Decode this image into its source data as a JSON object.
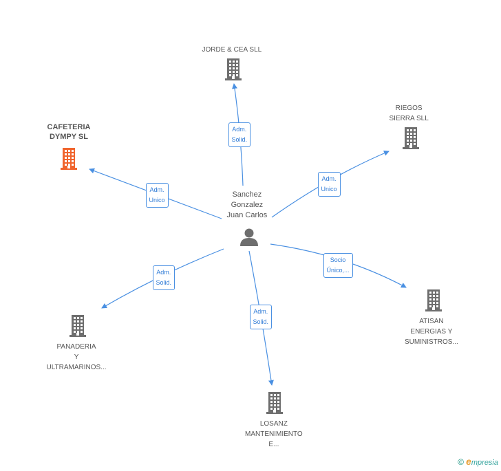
{
  "center": {
    "lines": [
      "Sanchez",
      "Gonzalez",
      "Juan Carlos"
    ],
    "icon": "person-icon"
  },
  "nodes": [
    {
      "id": "jorde",
      "lines": [
        "JORDE & CEA SLL"
      ],
      "icon": "building-icon",
      "color": "#6e6e6e"
    },
    {
      "id": "riegos",
      "lines": [
        "RIEGOS",
        "SIERRA SLL"
      ],
      "icon": "building-icon",
      "color": "#6e6e6e"
    },
    {
      "id": "cafeteria",
      "lines": [
        "CAFETERIA",
        "DYMPY SL"
      ],
      "icon": "building-icon",
      "color": "#f0642d",
      "focus": true
    },
    {
      "id": "atisan",
      "lines": [
        "ATISAN",
        "ENERGIAS Y",
        "SUMINISTROS..."
      ],
      "icon": "building-icon",
      "color": "#6e6e6e"
    },
    {
      "id": "panaderia",
      "lines": [
        "PANADERIA",
        "Y",
        "ULTRAMARINOS..."
      ],
      "icon": "building-icon",
      "color": "#6e6e6e"
    },
    {
      "id": "losanz",
      "lines": [
        "LOSANZ",
        "MANTENIMIENTO",
        "E..."
      ],
      "icon": "building-icon",
      "color": "#6e6e6e"
    }
  ],
  "edges": [
    {
      "to": "jorde",
      "lines": [
        "Adm.",
        "Solid."
      ]
    },
    {
      "to": "riegos",
      "lines": [
        "Adm.",
        "Unico"
      ]
    },
    {
      "to": "cafeteria",
      "lines": [
        "Adm.",
        "Unico"
      ]
    },
    {
      "to": "atisan",
      "lines": [
        "Socio",
        "Único,..."
      ]
    },
    {
      "to": "panaderia",
      "lines": [
        "Adm.",
        "Solid."
      ]
    },
    {
      "to": "losanz",
      "lines": [
        "Adm.",
        "Solid."
      ]
    }
  ],
  "colors": {
    "edge": "#4a90e2",
    "building": "#6e6e6e",
    "focus": "#f0642d",
    "person": "#6e6e6e"
  },
  "brand": {
    "copyright": "©",
    "e": "e",
    "rest": "mpresia"
  }
}
